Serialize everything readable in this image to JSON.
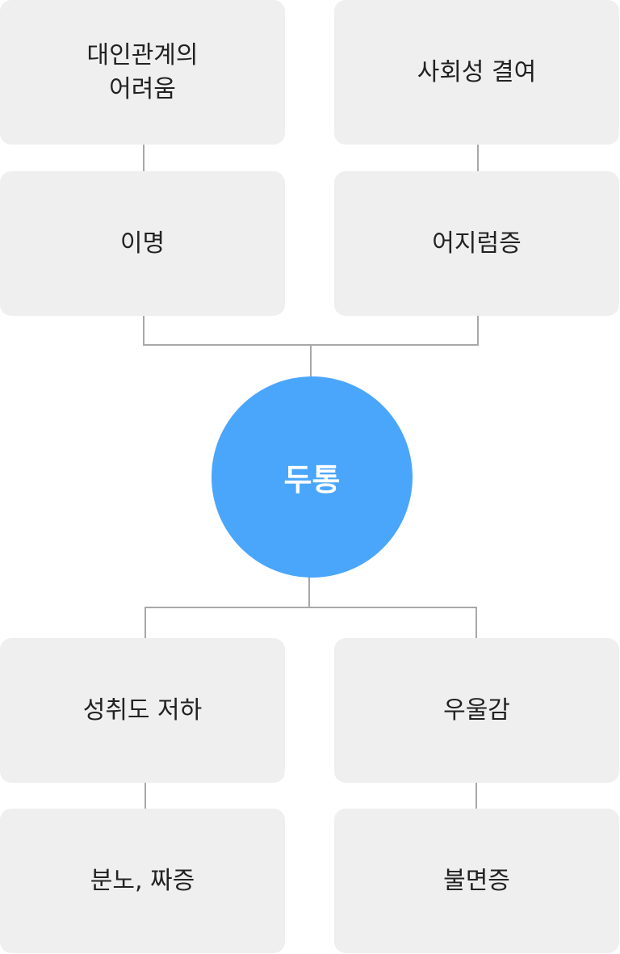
{
  "center": {
    "label": "두통"
  },
  "causes": {
    "top_left": {
      "lines": [
        "대인관계의",
        "어려움"
      ]
    },
    "top_right": {
      "lines": [
        "사회성 결여"
      ]
    },
    "mid_left": {
      "lines": [
        "이명"
      ]
    },
    "mid_right": {
      "lines": [
        "어지럼증"
      ]
    }
  },
  "effects": {
    "upper_left": {
      "lines": [
        "성취도 저하"
      ]
    },
    "upper_right": {
      "lines": [
        "우울감"
      ]
    },
    "lower_left": {
      "lines": [
        "분노, 짜증"
      ]
    },
    "lower_right": {
      "lines": [
        "불면증"
      ]
    }
  },
  "colors": {
    "center_fill": "#4aa6fb",
    "box_fill": "#efefef",
    "connector": "#a8a8a8",
    "box_text": "#222222",
    "center_text": "#ffffff"
  }
}
